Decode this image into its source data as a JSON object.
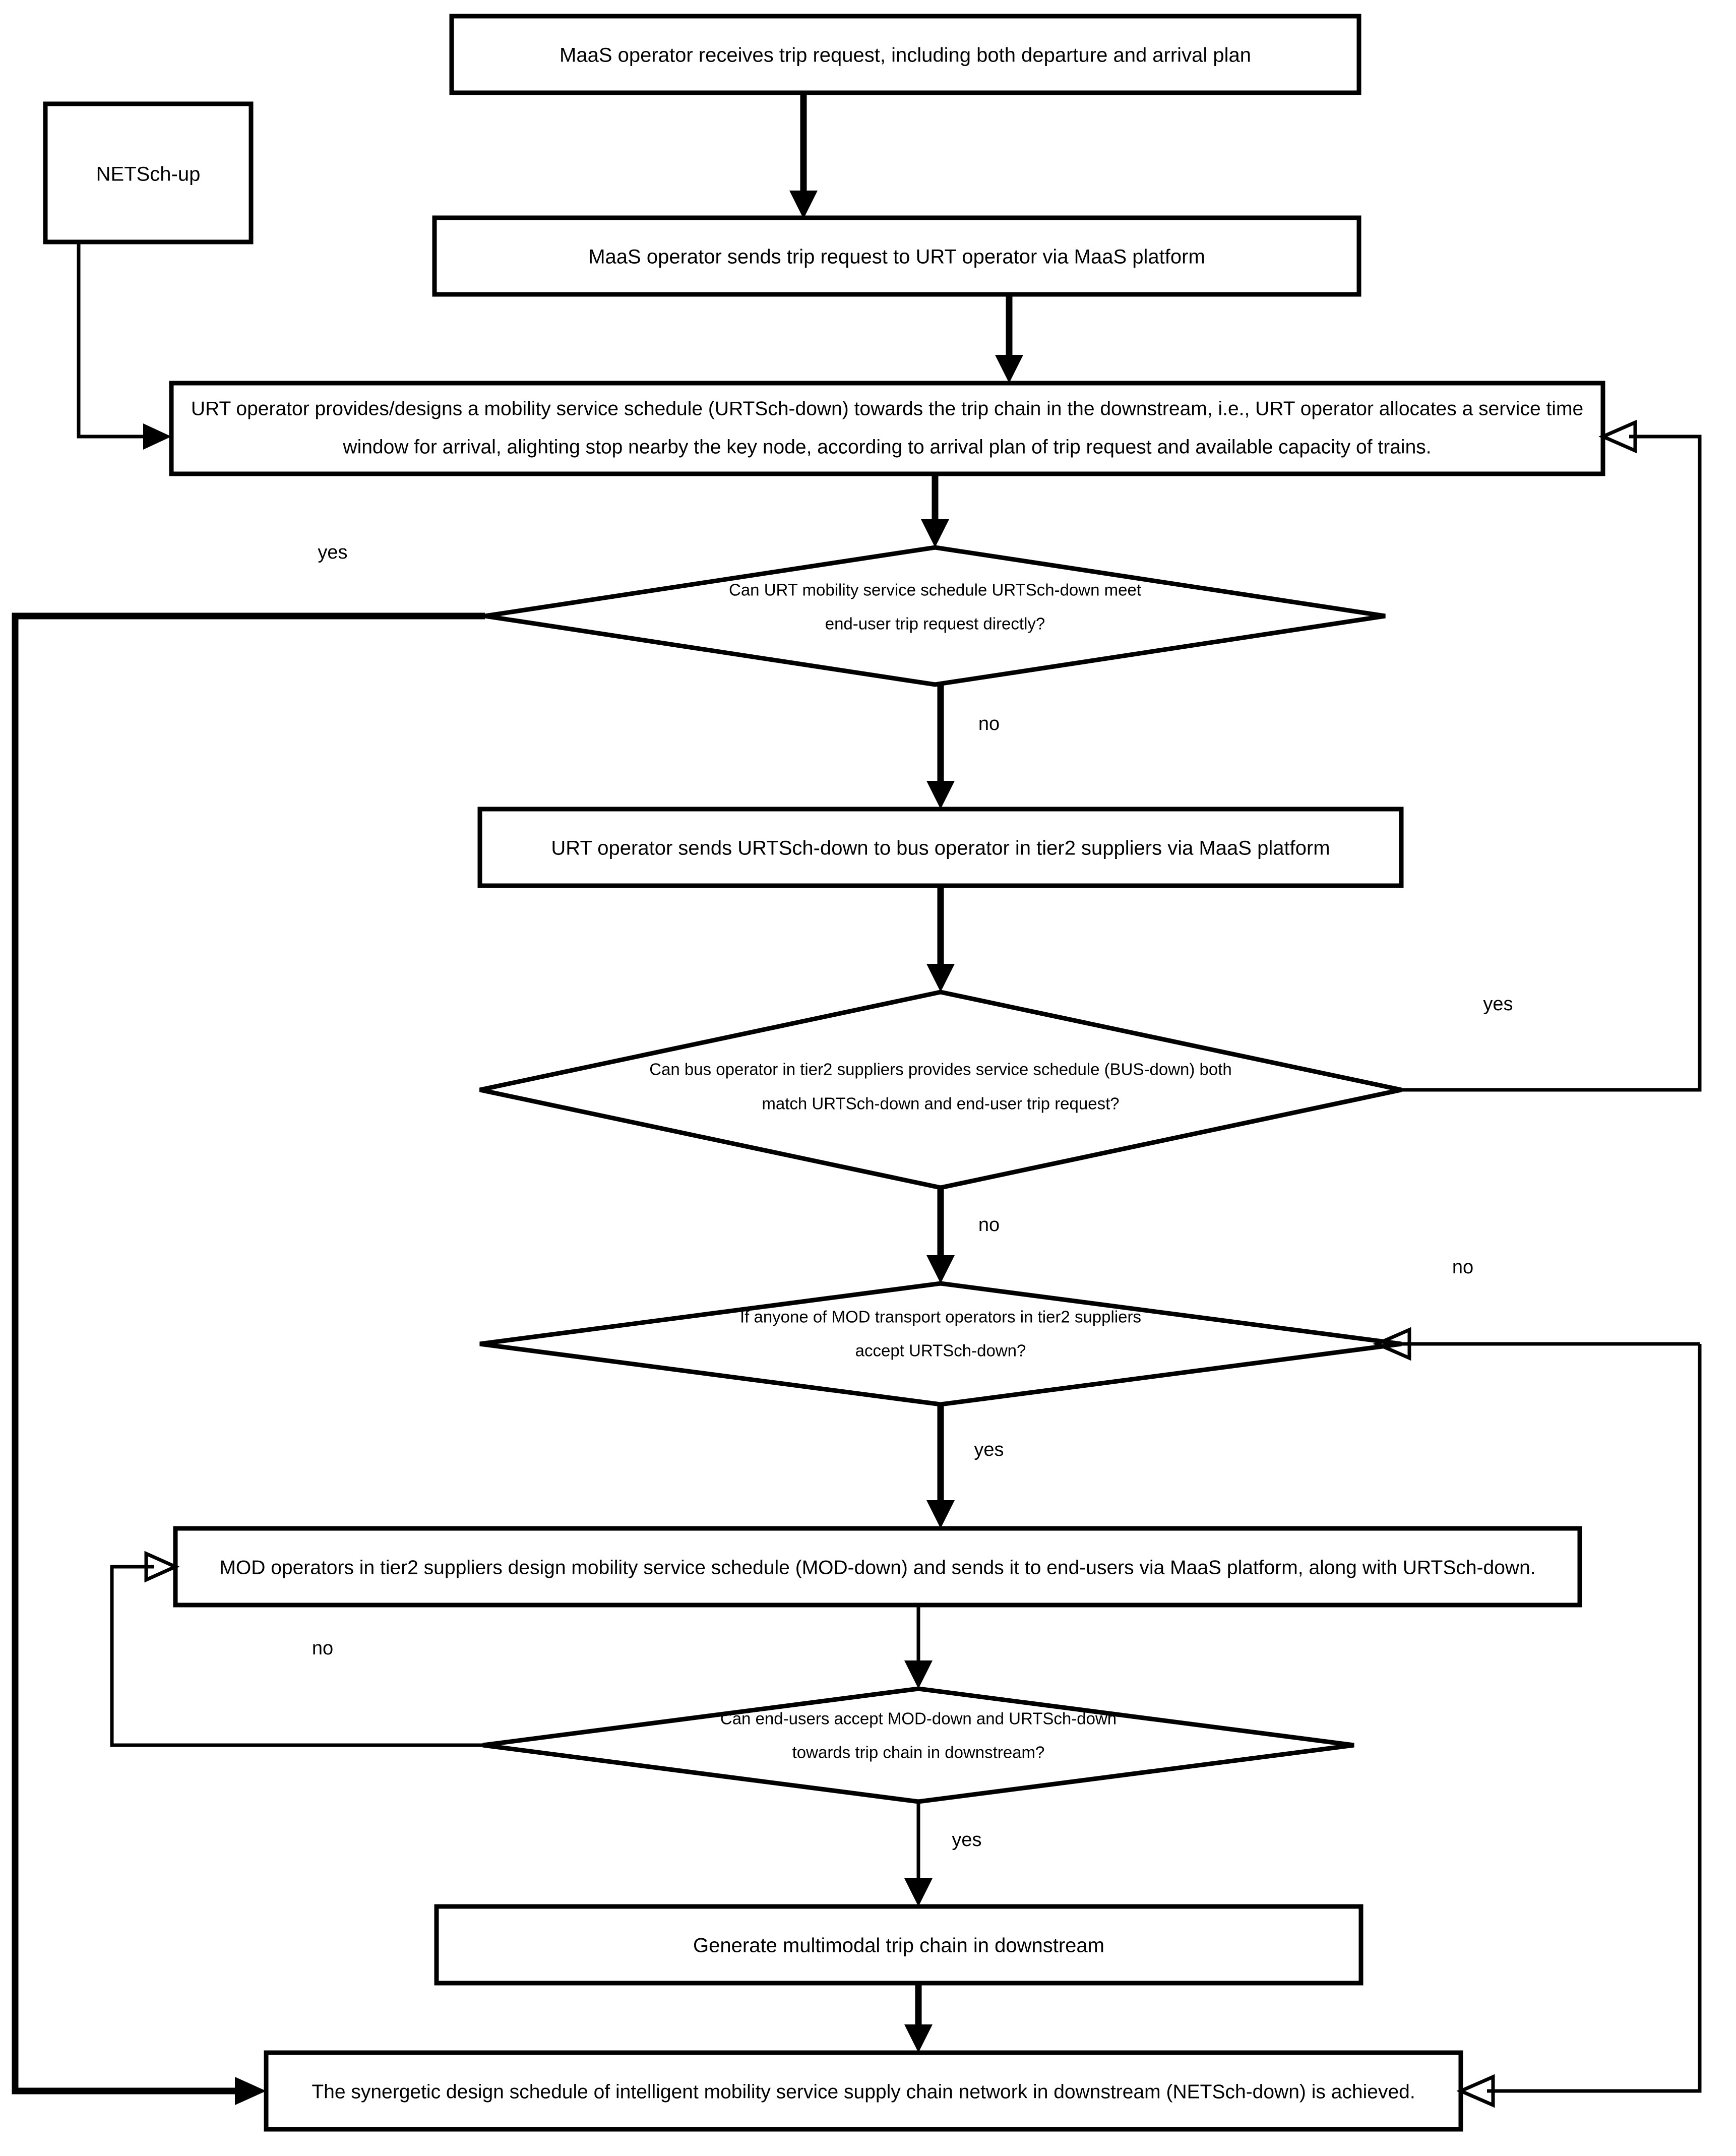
{
  "diagram": {
    "title": "Synergetic design schedule flowchart for downstream mobility service supply chain",
    "background_color": "#ffffff",
    "line_color": "#000000"
  },
  "nodes": {
    "netsch_up": {
      "type": "process",
      "label": "NETSch-up"
    },
    "receive_request": {
      "type": "process",
      "label": "MaaS operator receives trip request, including both departure and arrival plan"
    },
    "send_request": {
      "type": "process",
      "label": "MaaS operator sends trip request to URT operator via MaaS platform"
    },
    "urt_design": {
      "type": "process",
      "line1": "URT operator provides/designs a mobility service schedule (URTSch-down) towards the trip chain in the downstream, i.e., URT operator allocates a service time",
      "line2": "window for arrival, alighting stop nearby the key node, according to arrival plan of trip request and available capacity of trains."
    },
    "decision_urt": {
      "type": "decision",
      "line1": "Can URT mobility service schedule URTSch-down meet",
      "line2": "end-user trip request directly?"
    },
    "urt_sends_bus": {
      "type": "process",
      "label": "URT operator sends URTSch-down to bus operator in tier2 suppliers via MaaS platform"
    },
    "decision_bus": {
      "type": "decision",
      "line1": "Can bus operator in tier2 suppliers provides service schedule (BUS-down) both",
      "line2": "match URTSch-down and end-user trip request?"
    },
    "decision_mod": {
      "type": "decision",
      "line1": "If anyone of MOD transport operators in tier2 suppliers",
      "line2": "accept URTSch-down?"
    },
    "mod_design": {
      "type": "process",
      "label": "MOD operators in tier2 suppliers design mobility service schedule (MOD-down) and sends it to end-users via MaaS platform, along with URTSch-down."
    },
    "decision_enduser": {
      "type": "decision",
      "line1": "Can end-users accept MOD-down and URTSch-down",
      "line2": "towards trip chain in downstream?"
    },
    "generate_chain": {
      "type": "process",
      "label": "Generate multimodal trip chain in downstream"
    },
    "netsch_down": {
      "type": "process",
      "label": "The synergetic design schedule of intelligent mobility service supply chain network in downstream (NETSch-down) is achieved."
    }
  },
  "edge_labels": {
    "urt_yes": "yes",
    "urt_no": "no",
    "bus_yes": "yes",
    "bus_no": "no",
    "mod_no": "no",
    "mod_yes": "yes",
    "enduser_no": "no",
    "enduser_yes": "yes"
  }
}
